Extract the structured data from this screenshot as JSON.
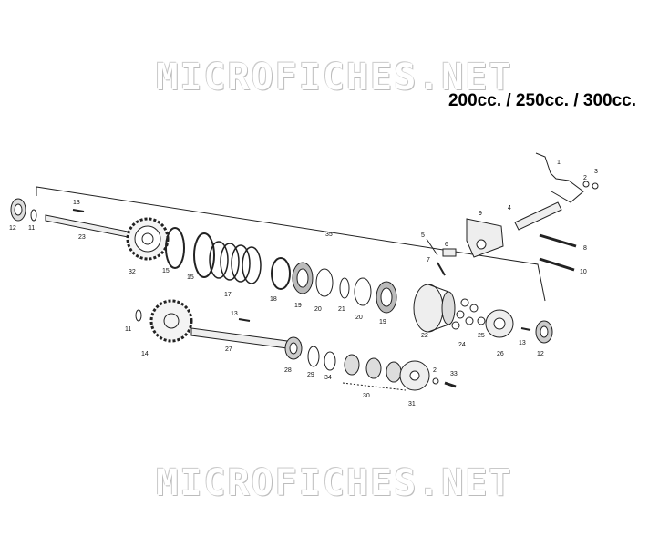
{
  "watermark": {
    "top": "MICROFICHES.NET",
    "bottom": "MICROFICHES.NET"
  },
  "engine_variants": "200cc. / 250cc. / 300cc.",
  "callouts": [
    "1",
    "2",
    "3",
    "4",
    "9",
    "5",
    "6",
    "7",
    "8",
    "10",
    "12",
    "11",
    "13",
    "23",
    "32",
    "15",
    "15",
    "17",
    "35",
    "18",
    "19",
    "20",
    "21",
    "20",
    "19",
    "22",
    "24",
    "25",
    "26",
    "13",
    "12",
    "11",
    "14",
    "13",
    "27",
    "28",
    "29",
    "34",
    "30",
    "2",
    "33",
    "31"
  ]
}
